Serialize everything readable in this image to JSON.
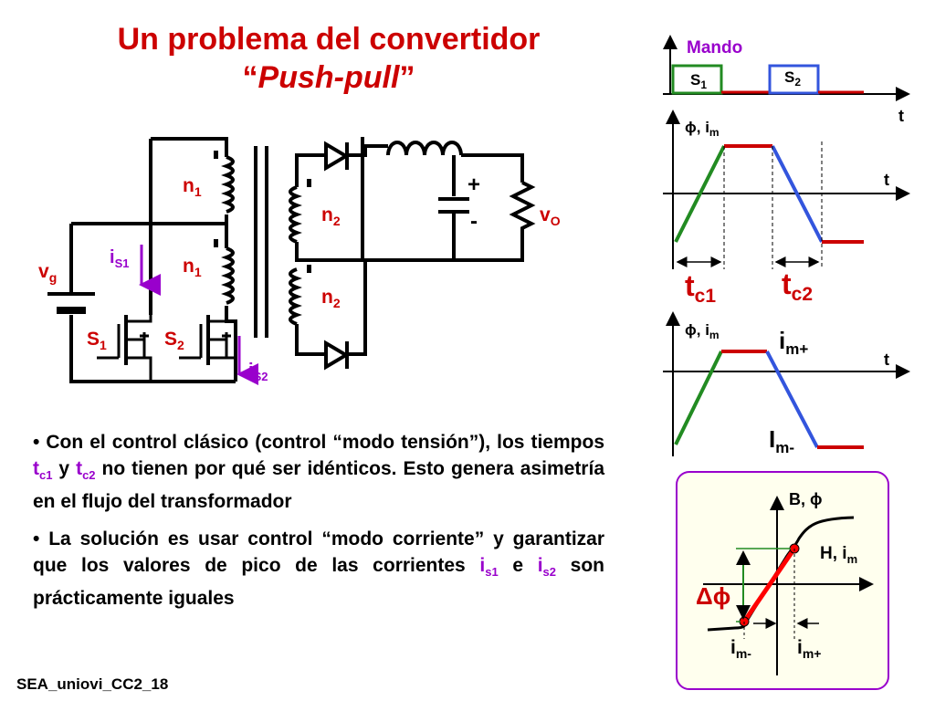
{
  "title": {
    "line1": "Un problema del convertidor",
    "open_quote": "“",
    "line2": "Push-pull",
    "close_quote": "”"
  },
  "circuit": {
    "vg": "v",
    "vg_sub": "g",
    "vo": "v",
    "vo_sub": "O",
    "n1a": "n",
    "n1a_sub": "1",
    "n1b": "n",
    "n1b_sub": "1",
    "n2a": "n",
    "n2a_sub": "2",
    "n2b": "n",
    "n2b_sub": "2",
    "s1": "S",
    "s1_sub": "1",
    "s2": "S",
    "s2_sub": "2",
    "is1": "i",
    "is1_sub": "S1",
    "is2": "i",
    "is2_sub": "S2",
    "plus": "+",
    "minus": "-"
  },
  "waveforms": {
    "mando": "Mando",
    "s1": "S",
    "s1_sub": "1",
    "s2": "S",
    "s2_sub": "2",
    "t_axis": "t",
    "phi_im": "ϕ, i",
    "phi_im_sub": "m",
    "tc1": "t",
    "tc1_sub": "c1",
    "tc2": "t",
    "tc2_sub": "c2",
    "im_plus": "i",
    "im_plus_sub": "m+",
    "im_minus": "I",
    "im_minus_sub": "m-"
  },
  "bh": {
    "axis_y": "B, ϕ",
    "axis_x": "H, i",
    "axis_x_sub": "m",
    "delta_phi": "Δϕ",
    "im_minus": "i",
    "im_minus_sub": "m-",
    "im_plus": "i",
    "im_plus_sub": "m+"
  },
  "bullets": {
    "b1_pre": "Con el control clásico (control “modo tensión”), los tiempos ",
    "b1_tc1": "t",
    "b1_tc1_sub": "c1",
    "b1_mid": " y ",
    "b1_tc2": "t",
    "b1_tc2_sub": "c2",
    "b1_post": " no tienen por qué ser idénticos. Esto genera asimetría en el flujo del transformador",
    "b2_pre": "La solución es usar control “modo corriente” y garantizar que los valores de pico de las corrientes ",
    "b2_is1": "i",
    "b2_is1_sub": "s1",
    "b2_mid": " e ",
    "b2_is2": "i",
    "b2_is2_sub": "s2",
    "b2_post": " son prácticamente iguales"
  },
  "footer": "SEA_uniovi_CC2_18",
  "colors": {
    "title": "#cc0000",
    "highlight": "#9900cc",
    "green": "#228B22",
    "red": "#cc0000",
    "blue": "#3355dd",
    "bh_border": "#9900cc",
    "bh_fill": "#ffffee"
  }
}
